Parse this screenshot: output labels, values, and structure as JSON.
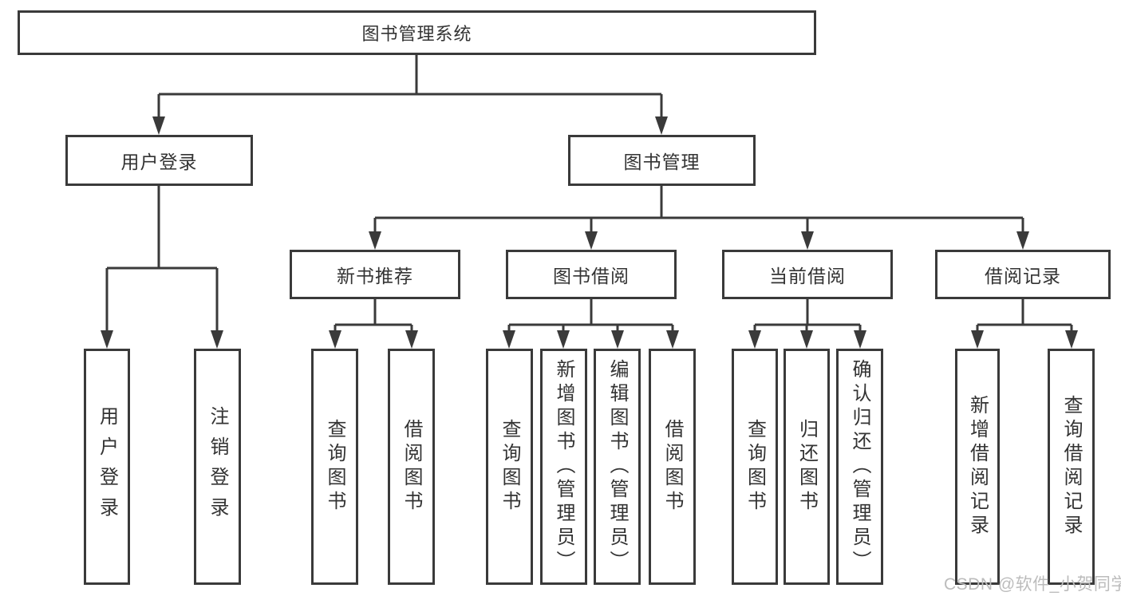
{
  "diagram_type": "hierarchy",
  "colors": {
    "line": "#3a3a3a",
    "box_border": "#3a3a3a",
    "text": "#333333",
    "watermark": "#bcbcbc",
    "background": "#ffffff"
  },
  "tree": {
    "label": "图书管理系统",
    "children": [
      {
        "label": "用户登录",
        "children": [
          {
            "label": "用户登录"
          },
          {
            "label": "注销登录"
          }
        ]
      },
      {
        "label": "图书管理",
        "children": [
          {
            "label": "新书推荐",
            "children": [
              {
                "label": "查询图书"
              },
              {
                "label": "借阅图书"
              }
            ]
          },
          {
            "label": "图书借阅",
            "children": [
              {
                "label": "查询图书"
              },
              {
                "label": "新增图书（管理员）"
              },
              {
                "label": "编辑图书（管理员）"
              },
              {
                "label": "借阅图书"
              }
            ]
          },
          {
            "label": "当前借阅",
            "children": [
              {
                "label": "查询图书"
              },
              {
                "label": "归还图书"
              },
              {
                "label": "确认归还（管理员）"
              }
            ]
          },
          {
            "label": "借阅记录",
            "children": [
              {
                "label": "新增借阅记录"
              },
              {
                "label": "查询借阅记录"
              }
            ]
          }
        ]
      }
    ]
  },
  "watermark": {
    "text": "CSDN @软件_小贺同学"
  }
}
